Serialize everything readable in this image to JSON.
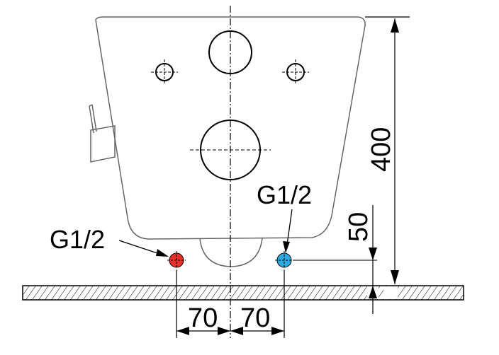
{
  "labels": {
    "thread_left": "G1/2",
    "thread_right": "G1/2",
    "dim_height_total": "400",
    "dim_height_inlet": "50",
    "dim_offset_left": "70",
    "dim_offset_right": "70"
  },
  "colors": {
    "line": "#000000",
    "hot_water_connection": "#e8302a",
    "cold_water_connection": "#2eaae0",
    "floor_hatch": "#000000"
  },
  "icons": {
    "hot_connection": "red-circle-crosshair",
    "cold_connection": "blue-circle-crosshair"
  }
}
